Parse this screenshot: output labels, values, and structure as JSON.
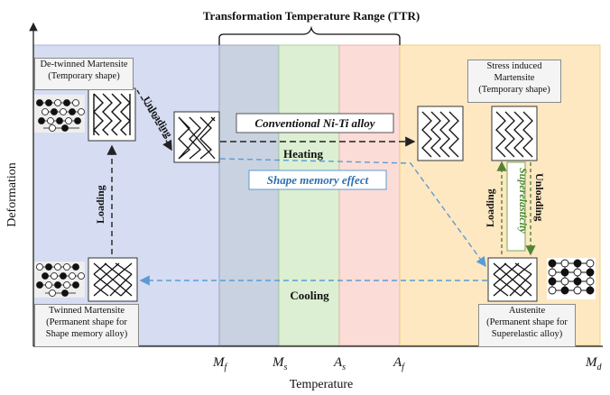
{
  "title": "Transformation Temperature Range (TTR)",
  "axes": {
    "y_label": "Deformation",
    "x_label": "Temperature",
    "ticks": [
      {
        "base": "M",
        "sub": "f"
      },
      {
        "base": "M",
        "sub": "s"
      },
      {
        "base": "A",
        "sub": "s"
      },
      {
        "base": "A",
        "sub": "f"
      },
      {
        "base": "M",
        "sub": "d"
      }
    ]
  },
  "labels": {
    "detwinned_line1": "De-twinned Martensite",
    "detwinned_line2": "(Temporary shape)",
    "stress_line1": "Stress induced",
    "stress_line2": "Martensite",
    "stress_line3": "(Temporary shape)",
    "twinned_line1": "Twinned Martensite",
    "twinned_line2": "(Permanent shape for",
    "twinned_line3": "Shape memory alloy)",
    "austenite_line1": "Austenite",
    "austenite_line2": "(Permanent shape for",
    "austenite_line3": "Superelastic alloy)"
  },
  "arrows": {
    "unloading_left": "Unloading",
    "loading_left": "Loading",
    "conventional": "Conventional Ni-Ti alloy",
    "heating": "Heating",
    "shape_memory": "Shape memory effect",
    "cooling": "Cooling",
    "loading_right": "Loading",
    "superelasticity": "Superelasticity",
    "unloading_right": "Unloading"
  },
  "colors": {
    "zone_martensite": "#d6dcf2",
    "zone_ms": "#c9d2e0",
    "zone_as": "#dcefd2",
    "zone_af": "#fbdcd6",
    "zone_austenite": "#fde8c2",
    "blue_arrow": "#5b9bd5",
    "green_arrow": "#548235",
    "black_arrow": "#222222"
  },
  "icons": [
    "lattice-icon",
    "atom-structure-icon"
  ]
}
